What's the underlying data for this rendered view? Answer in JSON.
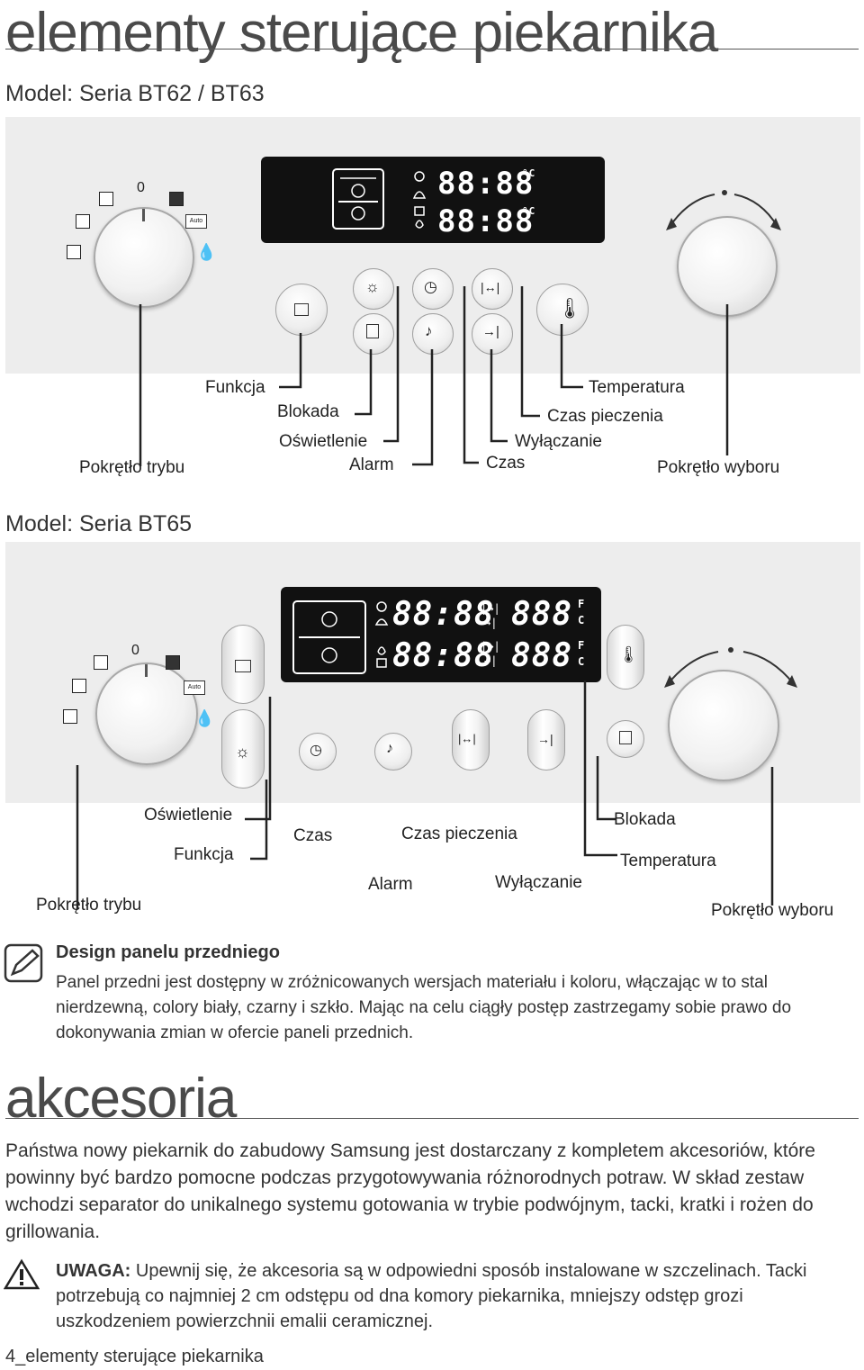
{
  "page": {
    "title": "elementy sterujące piekarnika",
    "footer": "4_elementy sterujące piekarnika"
  },
  "model1": {
    "heading": "Model: Seria BT62 / BT63",
    "knob_zero": "0",
    "auto": "Auto",
    "display": {
      "time": "88:88",
      "unit": "°C"
    },
    "labels": {
      "funkcja": "Funkcja",
      "blokada": "Blokada",
      "oswietlenie": "Oświetlenie",
      "alarm": "Alarm",
      "pokretlo_trybu": "Pokrętło trybu",
      "temperatura": "Temperatura",
      "czas_pieczenia": "Czas pieczenia",
      "wylaczanie": "Wyłączanie",
      "czas": "Czas",
      "pokretlo_wyboru": "Pokrętło wyboru"
    }
  },
  "model2": {
    "heading": "Model: Seria BT65",
    "knob_zero": "0",
    "auto": "Auto",
    "display": {
      "time": "88:88",
      "temp": "888",
      "unit_f": "F",
      "unit_c": "C"
    },
    "labels": {
      "oswietlenie": "Oświetlenie",
      "funkcja": "Funkcja",
      "pokretlo_trybu": "Pokrętło trybu",
      "czas": "Czas",
      "czas_pieczenia": "Czas pieczenia",
      "alarm": "Alarm",
      "wylaczanie": "Wyłączanie",
      "blokada": "Blokada",
      "temperatura": "Temperatura",
      "pokretlo_wyboru": "Pokrętło wyboru"
    }
  },
  "note": {
    "title": "Design panelu przedniego",
    "text": "Panel przedni jest dostępny w zróżnicowanych wersjach materiału i koloru, włączając w to stal nierdzewną, colory biały, czarny i szkło. Mając na celu ciągły postęp zastrzegamy sobie prawo do dokonywania zmian w ofercie paneli przednich."
  },
  "accessories": {
    "title": "akcesoria",
    "text": "Państwa nowy piekarnik do zabudowy Samsung jest dostarczany z kompletem akcesoriów, które powinny być bardzo pomocne podczas przygotowywania różnorodnych potraw. W skład zestaw wchodzi separator do unikalnego systemu gotowania w trybie podwójnym, tacki, kratki i rożen do grillowania.",
    "warning_label": "UWAGA:",
    "warning_text": " Upewnij się, że akcesoria są w odpowiedni sposób instalowane w szczelinach. Tacki potrzebują co najmniej 2 cm odstępu od dna komory piekarnika, mniejszy odstęp grozi uszkodzeniem powierzchnii emalii ceramicznej."
  },
  "icons": [
    "note-icon",
    "warning-icon",
    "light-icon",
    "clock-icon",
    "bell-icon",
    "lock-icon",
    "thermometer-icon",
    "duration-icon",
    "end-time-icon",
    "function-icon"
  ]
}
